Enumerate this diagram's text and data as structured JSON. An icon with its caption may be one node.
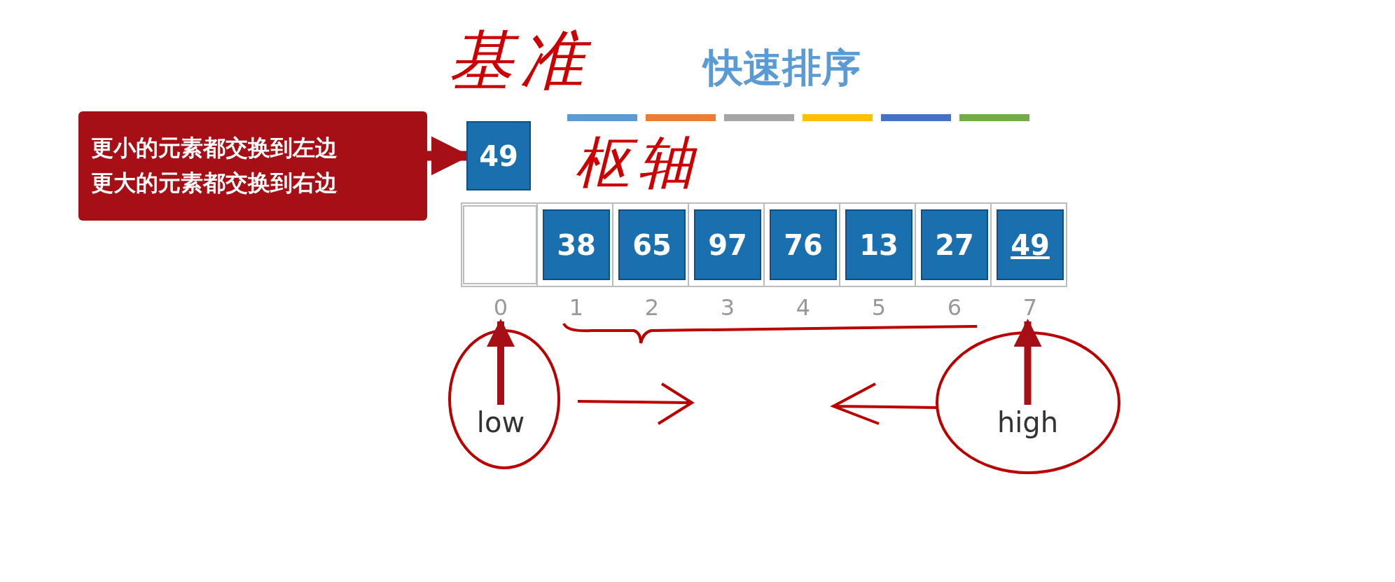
{
  "diagram": {
    "title": "快速排序",
    "nodes": [
      {
        "text": [
          "更小的元素都交换到左边",
          "更大的元素都交换到右边"
        ]
      },
      {
        "text": [
          "49"
        ]
      },
      {
        "text": [],
        "shape": "box"
      },
      {
        "text": [
          "38"
        ]
      },
      {
        "text": [
          "65"
        ]
      },
      {
        "text": [
          "97"
        ]
      },
      {
        "text": [
          "76"
        ]
      },
      {
        "text": [
          "13"
        ]
      },
      {
        "text": [
          "27"
        ]
      },
      {
        "text": [
          "49"
        ]
      },
      {
        "text": [
          "0"
        ]
      },
      {
        "text": [
          "1"
        ]
      },
      {
        "text": [
          "2"
        ]
      },
      {
        "text": [
          "3"
        ]
      },
      {
        "text": [
          "4"
        ]
      },
      {
        "text": [
          "5"
        ]
      },
      {
        "text": [
          "6"
        ]
      },
      {
        "text": [
          "7"
        ]
      },
      {
        "text": [
          "low"
        ]
      },
      {
        "text": [
          "high"
        ]
      }
    ],
    "edges": [
      {
        "from": 0,
        "to": 1,
        "arrow": "to"
      },
      {
        "from": 18,
        "to": 10,
        "arrow": "to"
      },
      {
        "from": 19,
        "to": 17,
        "arrow": "to"
      }
    ],
    "labels": [
      "基准",
      "枢轴"
    ]
  }
}
